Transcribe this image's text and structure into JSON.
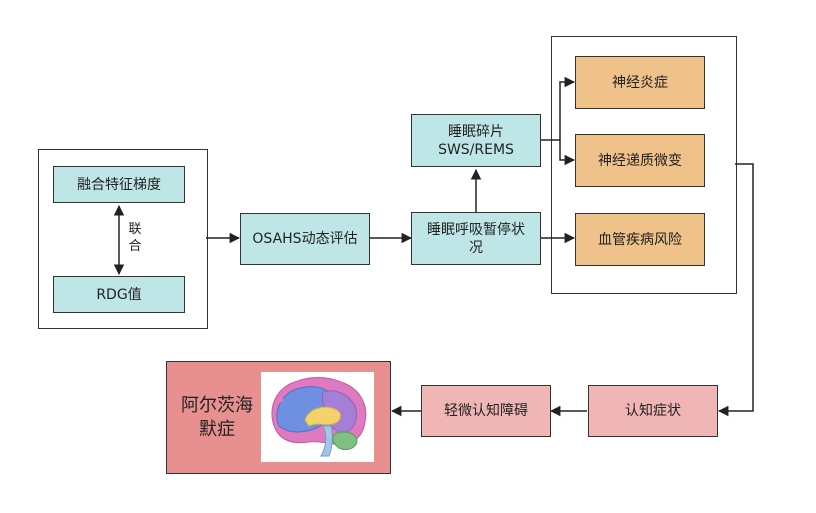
{
  "nodes": {
    "fusion_gradient": "融合特征梯度",
    "rdg": "RDG值",
    "combine_label": "联\n合",
    "osahs": "OSAHS动态评估",
    "fragmentation": "睡眠碎片\nSWS/REMS",
    "apnea": "睡眠呼吸暂停状\n况",
    "neuroinflammation": "神经炎症",
    "neurotransmitter": "神经递质微变",
    "vascular": "血管疾病风险",
    "cognitive_symptoms": "认知症状",
    "mci": "轻微认知障碍",
    "alzheimers": "阿尔茨海\n默症"
  },
  "colors": {
    "teal": "#bfe6e6",
    "orange": "#efc28a",
    "pink": "#f0b5b5",
    "red": "#e89090"
  },
  "icons": {
    "brain": "brain-illustration"
  }
}
